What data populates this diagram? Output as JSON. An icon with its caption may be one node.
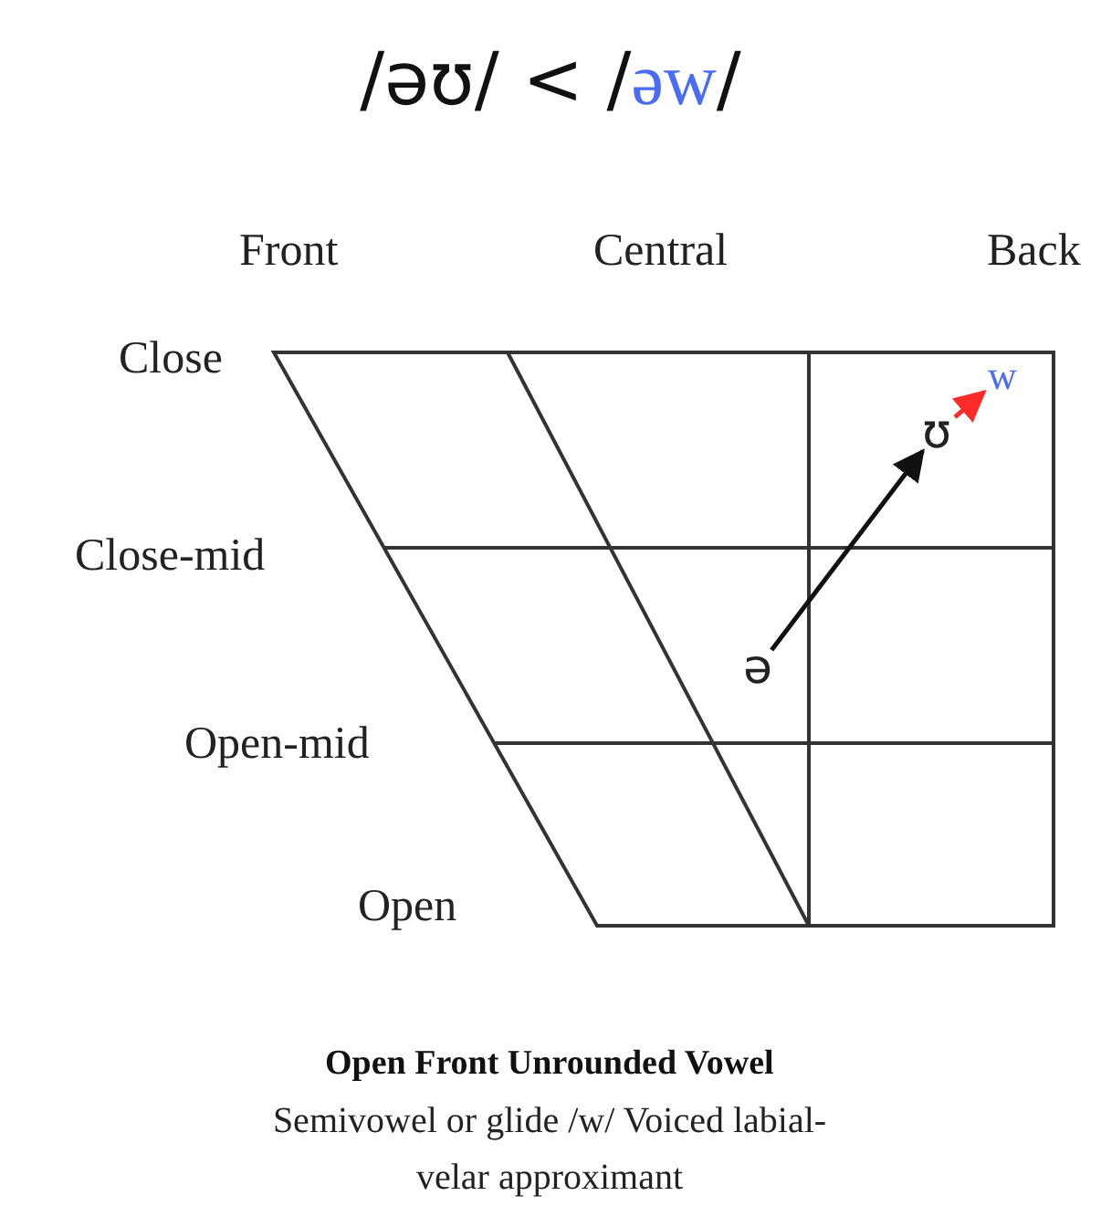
{
  "diagram": {
    "title": "/əʊ/ < /əw/",
    "caption": "Open Front Unrounded Vowel",
    "nodes": [
      {
        "text": [
          "ə"
        ]
      },
      {
        "text": [
          "ʊ"
        ]
      },
      {
        "text": [
          "w"
        ]
      }
    ],
    "edges": [
      {
        "from": 0,
        "to": 1,
        "arrow": "to"
      },
      {
        "from": 1,
        "to": 2,
        "arrow": "to",
        "color": "#ff2a2a"
      }
    ],
    "labels": [
      "Front",
      "Central",
      "Back",
      "Close",
      "Close-mid",
      "Open-mid",
      "Open",
      "Semivowel or glide /w/ Voiced labial-velar approximant"
    ]
  }
}
